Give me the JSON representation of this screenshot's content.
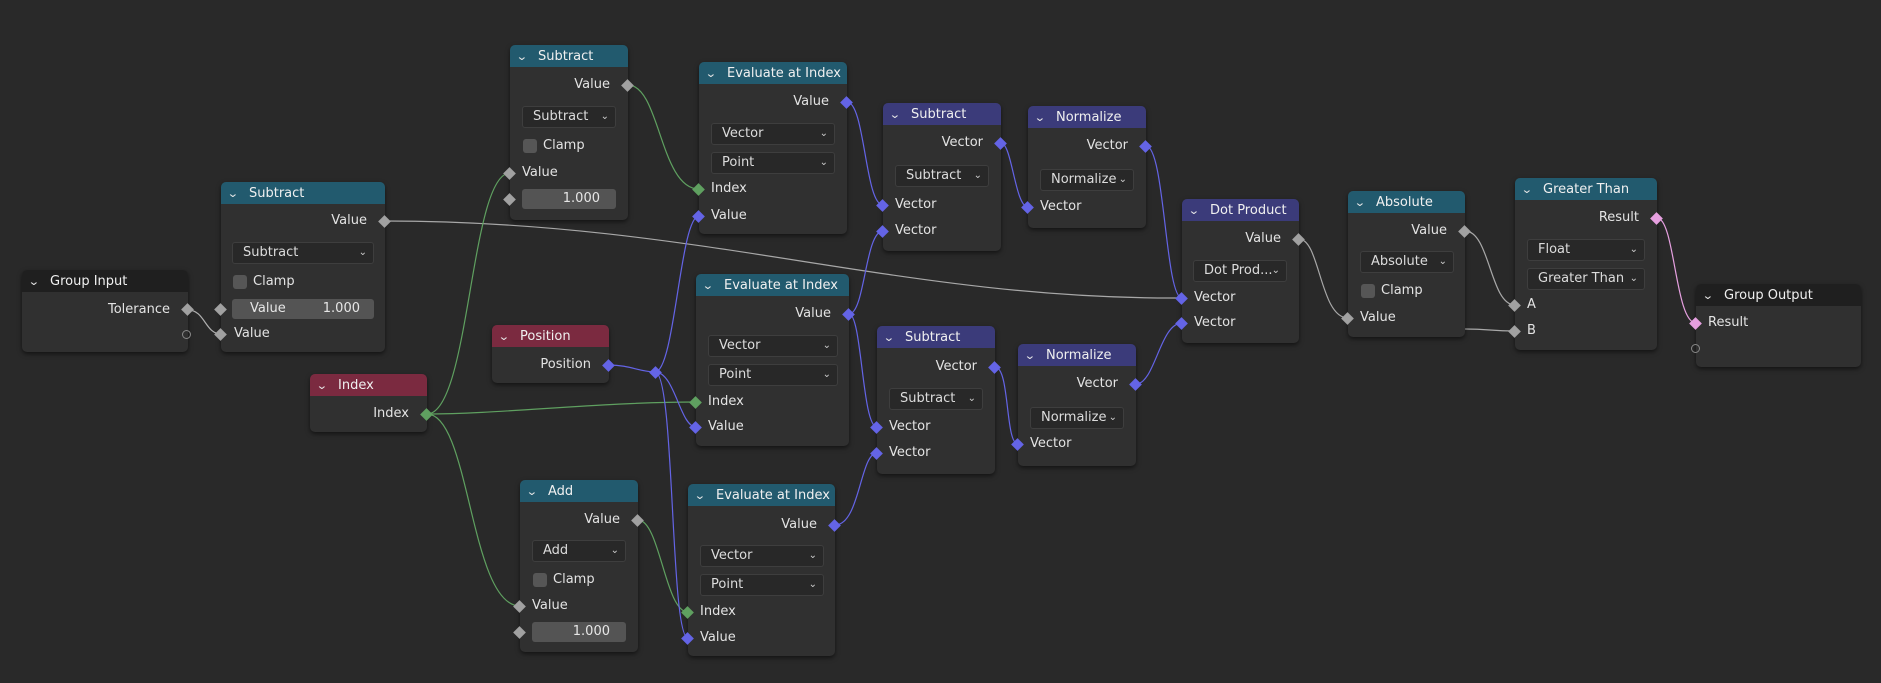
{
  "nodes": {
    "group_input": {
      "title": "Group Input",
      "tolerance": "Tolerance"
    },
    "subtract_tol": {
      "title": "Subtract",
      "out": "Value",
      "op": "Subtract",
      "clamp": "Clamp",
      "field_label": "Value",
      "field_value": "1.000",
      "in": "Value"
    },
    "subtract_top": {
      "title": "Subtract",
      "out": "Value",
      "op": "Subtract",
      "clamp": "Clamp",
      "in": "Value",
      "field_value": "1.000"
    },
    "index": {
      "title": "Index",
      "out": "Index"
    },
    "position": {
      "title": "Position",
      "out": "Position"
    },
    "add": {
      "title": "Add",
      "out": "Value",
      "op": "Add",
      "clamp": "Clamp",
      "in": "Value",
      "field_value": "1.000"
    },
    "eval1": {
      "title": "Evaluate at Index",
      "out": "Value",
      "type": "Vector",
      "domain": "Point",
      "in_index": "Index",
      "in_value": "Value"
    },
    "eval2": {
      "title": "Evaluate at Index",
      "out": "Value",
      "type": "Vector",
      "domain": "Point",
      "in_index": "Index",
      "in_value": "Value"
    },
    "eval3": {
      "title": "Evaluate at Index",
      "out": "Value",
      "type": "Vector",
      "domain": "Point",
      "in_index": "Index",
      "in_value": "Value"
    },
    "vsub1": {
      "title": "Subtract",
      "out": "Vector",
      "op": "Subtract",
      "in1": "Vector",
      "in2": "Vector"
    },
    "vsub2": {
      "title": "Subtract",
      "out": "Vector",
      "op": "Subtract",
      "in1": "Vector",
      "in2": "Vector"
    },
    "norm1": {
      "title": "Normalize",
      "out": "Vector",
      "op": "Normalize",
      "in": "Vector"
    },
    "norm2": {
      "title": "Normalize",
      "out": "Vector",
      "op": "Normalize",
      "in": "Vector"
    },
    "dot": {
      "title": "Dot Product",
      "out": "Value",
      "op": "Dot Prod...",
      "in1": "Vector",
      "in2": "Vector"
    },
    "absolute": {
      "title": "Absolute",
      "out": "Value",
      "op": "Absolute",
      "clamp": "Clamp",
      "in": "Value"
    },
    "greater": {
      "title": "Greater Than",
      "out": "Result",
      "type": "Float",
      "op": "Greater Than",
      "in_a": "A",
      "in_b": "B"
    },
    "group_output": {
      "title": "Group Output",
      "in": "Result"
    }
  },
  "colors": {
    "math_header": "#225a6e",
    "vector_header": "#3b3b7a",
    "input_header": "#7b2a40",
    "vector_socket": "#6464e6",
    "float_socket": "#a1a1a1",
    "int_socket": "#5fa060",
    "bool_socket": "#e6a0e0"
  }
}
